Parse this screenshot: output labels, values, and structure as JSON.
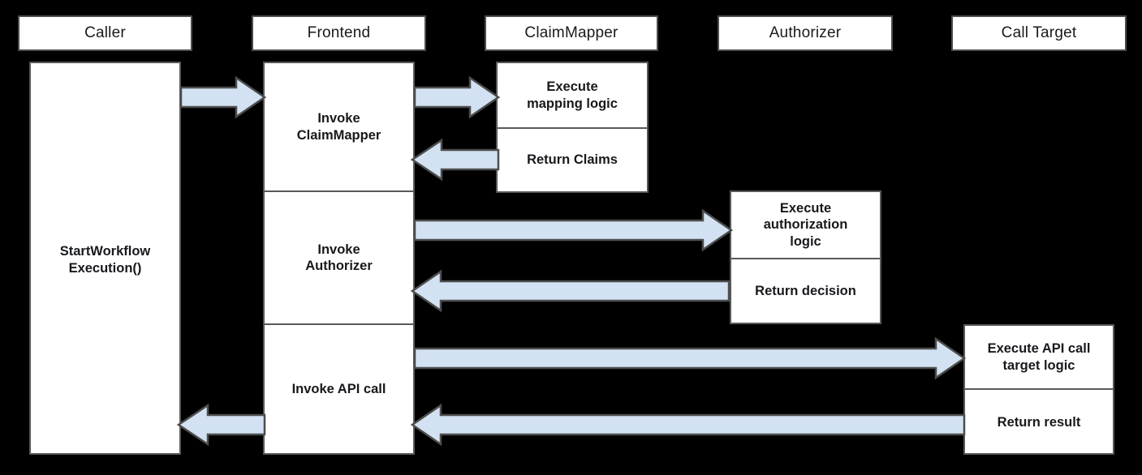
{
  "diagram": {
    "type": "sequence-diagram",
    "title": "",
    "background_color": "#000000",
    "arrow_fill_color": "#d3e2f2",
    "arrow_stroke_color": "#4d4d4d",
    "box_fill_color": "#ffffff",
    "box_stroke_color": "#595959"
  },
  "lanes": [
    {
      "id": "caller",
      "label": "Caller"
    },
    {
      "id": "frontend",
      "label": "Frontend"
    },
    {
      "id": "claimmapper",
      "label": "ClaimMapper"
    },
    {
      "id": "authorizer",
      "label": "Authorizer"
    },
    {
      "id": "calltarget",
      "label": "Call Target"
    }
  ],
  "activations": {
    "caller": {
      "cells": [
        {
          "label": "StartWorkflow\nExecution()"
        }
      ]
    },
    "frontend": {
      "cells": [
        {
          "label": "Invoke\nClaimMapper"
        },
        {
          "label": "Invoke\nAuthorizer"
        },
        {
          "label": "Invoke API call"
        }
      ]
    },
    "claimmapper": {
      "cells": [
        {
          "label": "Execute\nmapping logic"
        },
        {
          "label": "Return Claims"
        }
      ]
    },
    "authorizer": {
      "cells": [
        {
          "label": "Execute\nauthorization\nlogic"
        },
        {
          "label": "Return decision"
        }
      ]
    },
    "calltarget": {
      "cells": [
        {
          "label": "Execute API call\ntarget logic"
        },
        {
          "label": "Return result"
        }
      ]
    }
  },
  "messages": [
    {
      "id": "caller-to-frontend",
      "from": "caller",
      "to": "frontend",
      "direction": "right",
      "label": ""
    },
    {
      "id": "frontend-to-claimmapper",
      "from": "frontend",
      "to": "claimmapper",
      "direction": "right",
      "label": ""
    },
    {
      "id": "claimmapper-to-frontend",
      "from": "claimmapper",
      "to": "frontend",
      "direction": "left",
      "label": ""
    },
    {
      "id": "frontend-to-authorizer",
      "from": "frontend",
      "to": "authorizer",
      "direction": "right",
      "label": ""
    },
    {
      "id": "authorizer-to-frontend",
      "from": "authorizer",
      "to": "frontend",
      "direction": "left",
      "label": ""
    },
    {
      "id": "frontend-to-calltarget",
      "from": "frontend",
      "to": "calltarget",
      "direction": "right",
      "label": ""
    },
    {
      "id": "calltarget-to-frontend",
      "from": "calltarget",
      "to": "frontend",
      "direction": "left",
      "label": ""
    },
    {
      "id": "frontend-to-caller",
      "from": "frontend",
      "to": "caller",
      "direction": "left",
      "label": ""
    }
  ]
}
